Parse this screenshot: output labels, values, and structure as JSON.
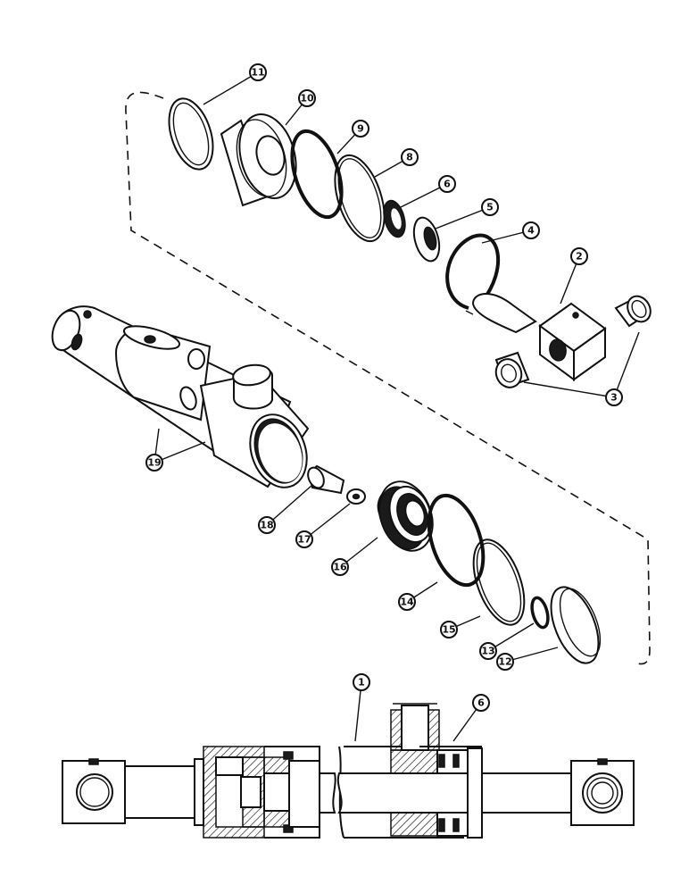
{
  "callouts": {
    "c1": "1",
    "c2": "2",
    "c3": "3",
    "c4": "4",
    "c5": "5",
    "c6": "6",
    "c6b": "6",
    "c8": "8",
    "c9": "9",
    "c10": "10",
    "c11": "11",
    "c12": "12",
    "c13": "13",
    "c14": "14",
    "c15": "15",
    "c16": "16",
    "c17": "17",
    "c18": "18",
    "c19": "19"
  }
}
